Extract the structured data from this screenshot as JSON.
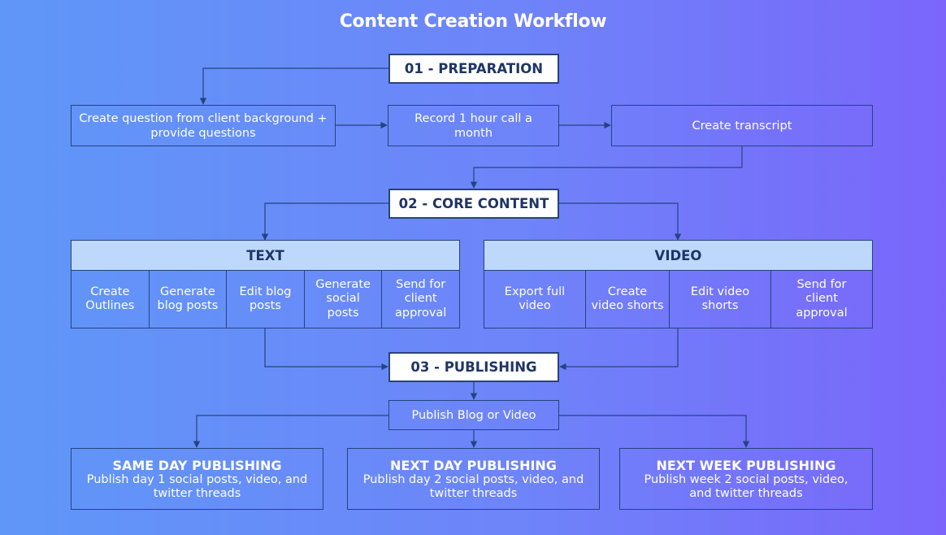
{
  "title": "Content Creation Workflow",
  "stages": {
    "preparation": "01 - PREPARATION",
    "core_content": "02 - CORE CONTENT",
    "publishing": "03 - PUBLISHING"
  },
  "preparation_steps": [
    "Create question from client background + provide questions",
    "Record 1 hour call a month",
    "Create transcript"
  ],
  "text_panel": {
    "header": "TEXT",
    "steps": [
      "Create Outlines",
      "Generate blog posts",
      "Edit blog posts",
      "Generate social posts",
      "Send for client approval"
    ]
  },
  "video_panel": {
    "header": "VIDEO",
    "steps": [
      "Export full video",
      "Create video shorts",
      "Edit video shorts",
      "Send for client approval"
    ]
  },
  "publish_step": "Publish Blog or Video",
  "publishing_options": [
    {
      "title": "SAME DAY PUBLISHING",
      "desc": "Publish day 1 social posts, video, and twitter threads"
    },
    {
      "title": "NEXT DAY PUBLISHING",
      "desc": "Publish day 2 social posts, video, and twitter threads"
    },
    {
      "title": "NEXT WEEK PUBLISHING",
      "desc": "Publish week 2 social posts, video, and twitter threads"
    }
  ],
  "colors": {
    "stroke": "#24447f",
    "panel_header": "#bdd8fb",
    "stage_text": "#1f3566"
  }
}
